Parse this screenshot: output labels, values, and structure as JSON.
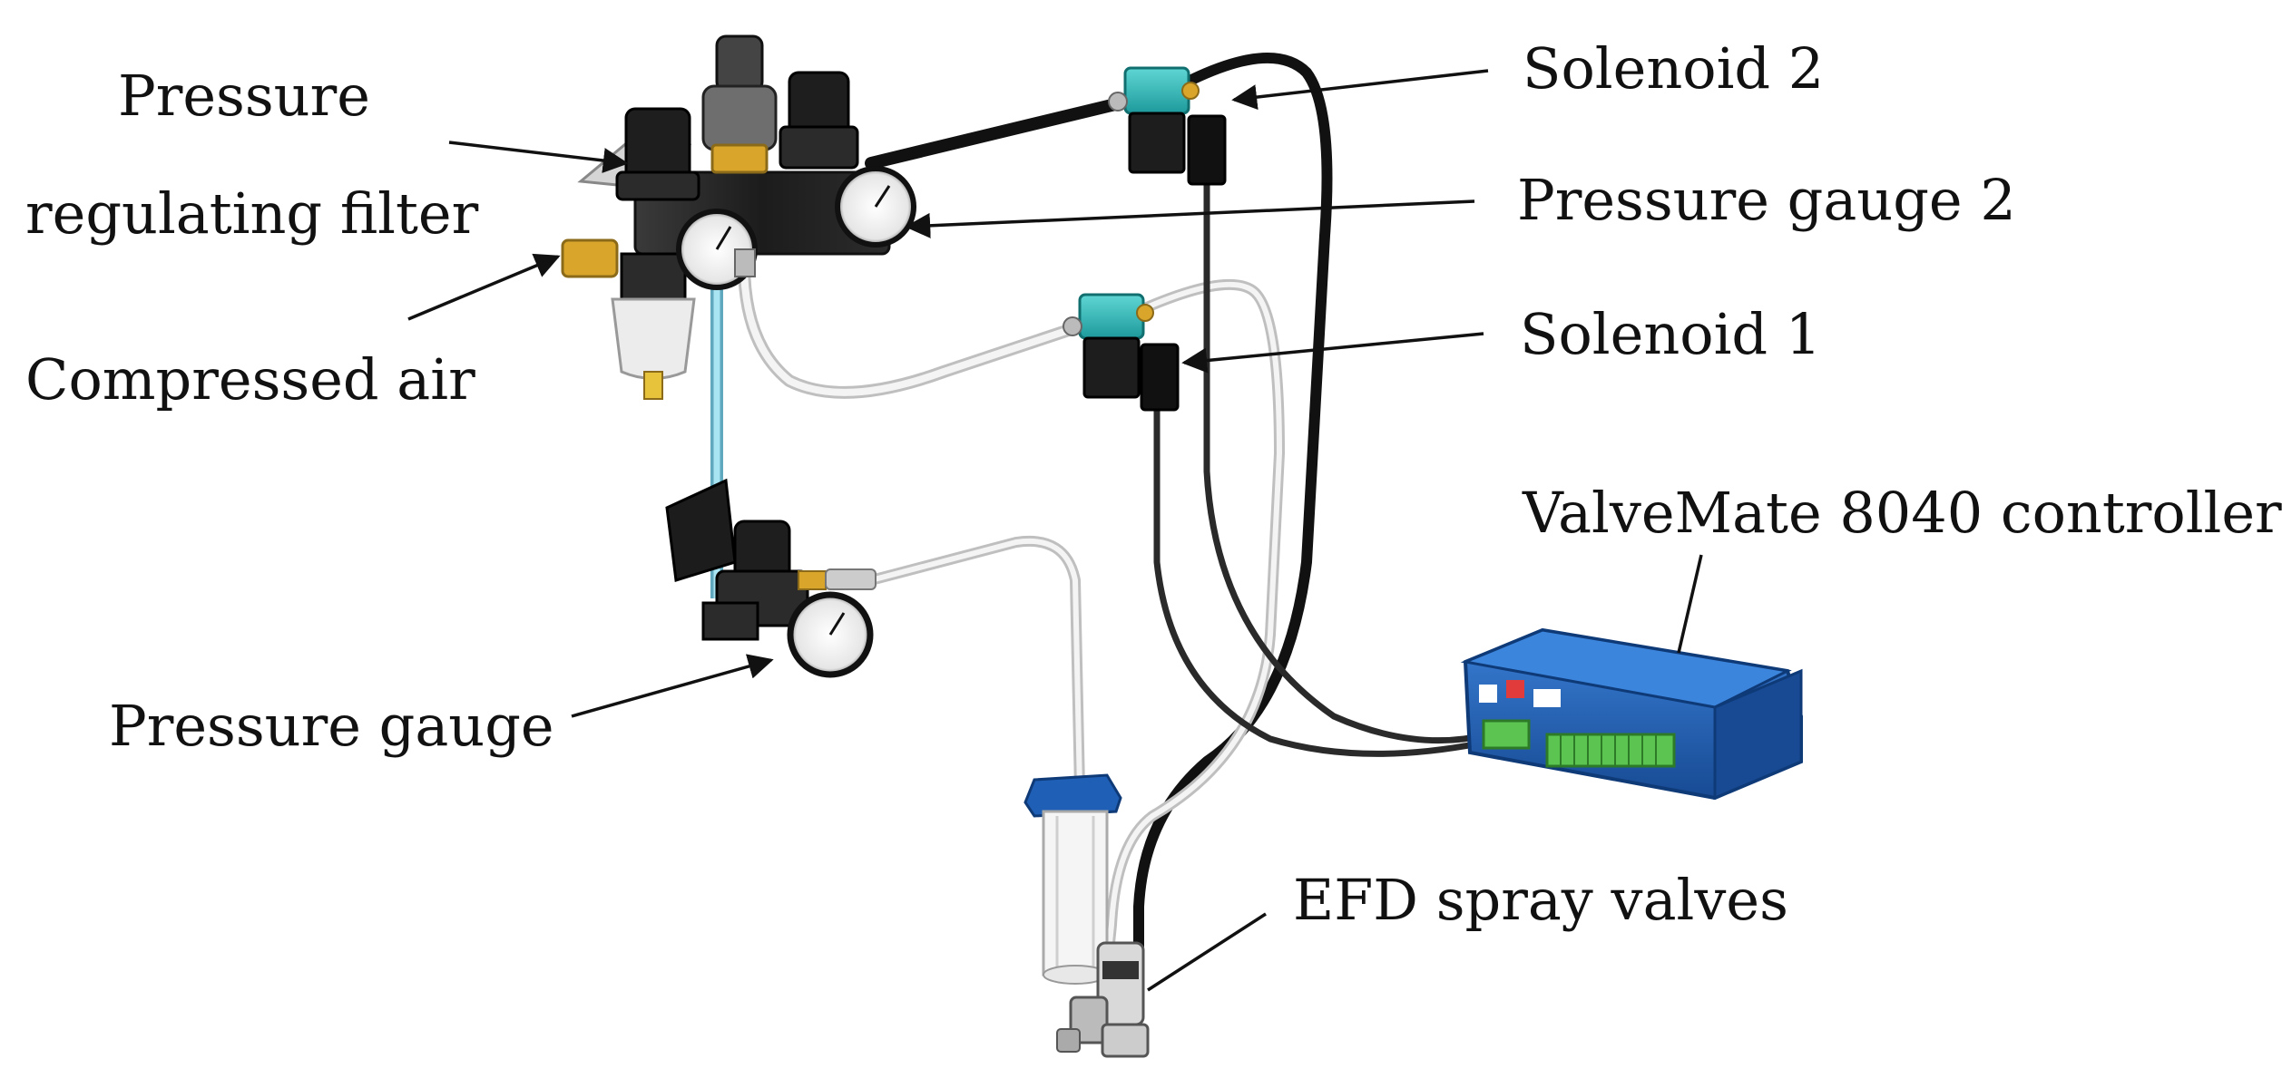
{
  "labels": {
    "pressure_regulating_filter_line1": "Pressure",
    "pressure_regulating_filter_line2": "regulating filter",
    "compressed_air": "Compressed air",
    "pressure_gauge": "Pressure gauge",
    "solenoid_2": "Solenoid 2",
    "pressure_gauge_2": "Pressure gauge 2",
    "solenoid_1": "Solenoid 1",
    "controller": "ValveMate 8040 controller",
    "spray_valves": "EFD spray valves"
  },
  "colors": {
    "background": "#ffffff",
    "text": "#111111",
    "body_dark": "#1f1f1f",
    "solenoid_teal": "#35b7b8",
    "controller_blue": "#1f5fb5",
    "brass": "#d9a52a",
    "terminal_green": "#5cc552",
    "tube_clear": "#d8d8d8",
    "tube_cyan": "#7fd0e6"
  }
}
